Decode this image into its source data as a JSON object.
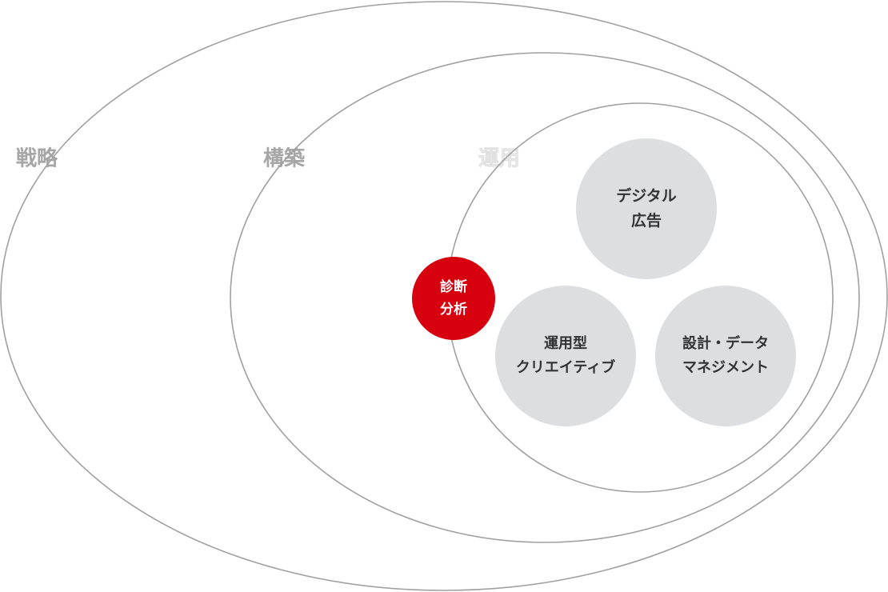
{
  "layers": {
    "strategy": "戦略",
    "build": "構築",
    "operate": "運用"
  },
  "core": {
    "line1": "診断",
    "line2": "分析"
  },
  "services": [
    {
      "line1": "デジタル",
      "line2": "広告"
    },
    {
      "line1": "運用型",
      "line2": "クリエイティブ"
    },
    {
      "line1": "設計・データ",
      "line2": "マネジメント"
    }
  ],
  "colors": {
    "accent": "#d7000f",
    "circle": "#dcdee0",
    "line": "#a0a0a0",
    "label": "#a6a6a6"
  }
}
